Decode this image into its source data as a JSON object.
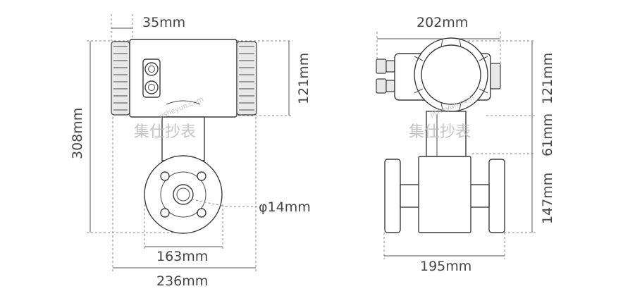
{
  "front_view": {
    "dim_terminal_width": "35mm",
    "dim_head_height": "121mm",
    "dim_total_height": "308mm",
    "dim_flange_diameter": "163mm",
    "dim_total_width": "236mm",
    "dim_bore": "φ14mm"
  },
  "side_view": {
    "dim_head_width": "202mm",
    "dim_head_height": "121mm",
    "dim_neck_height": "61mm",
    "dim_body_height": "147mm",
    "dim_flange_length": "195mm"
  },
  "watermark": {
    "brand_cn": "集仕抄表",
    "domain": "jisheyun.com"
  }
}
